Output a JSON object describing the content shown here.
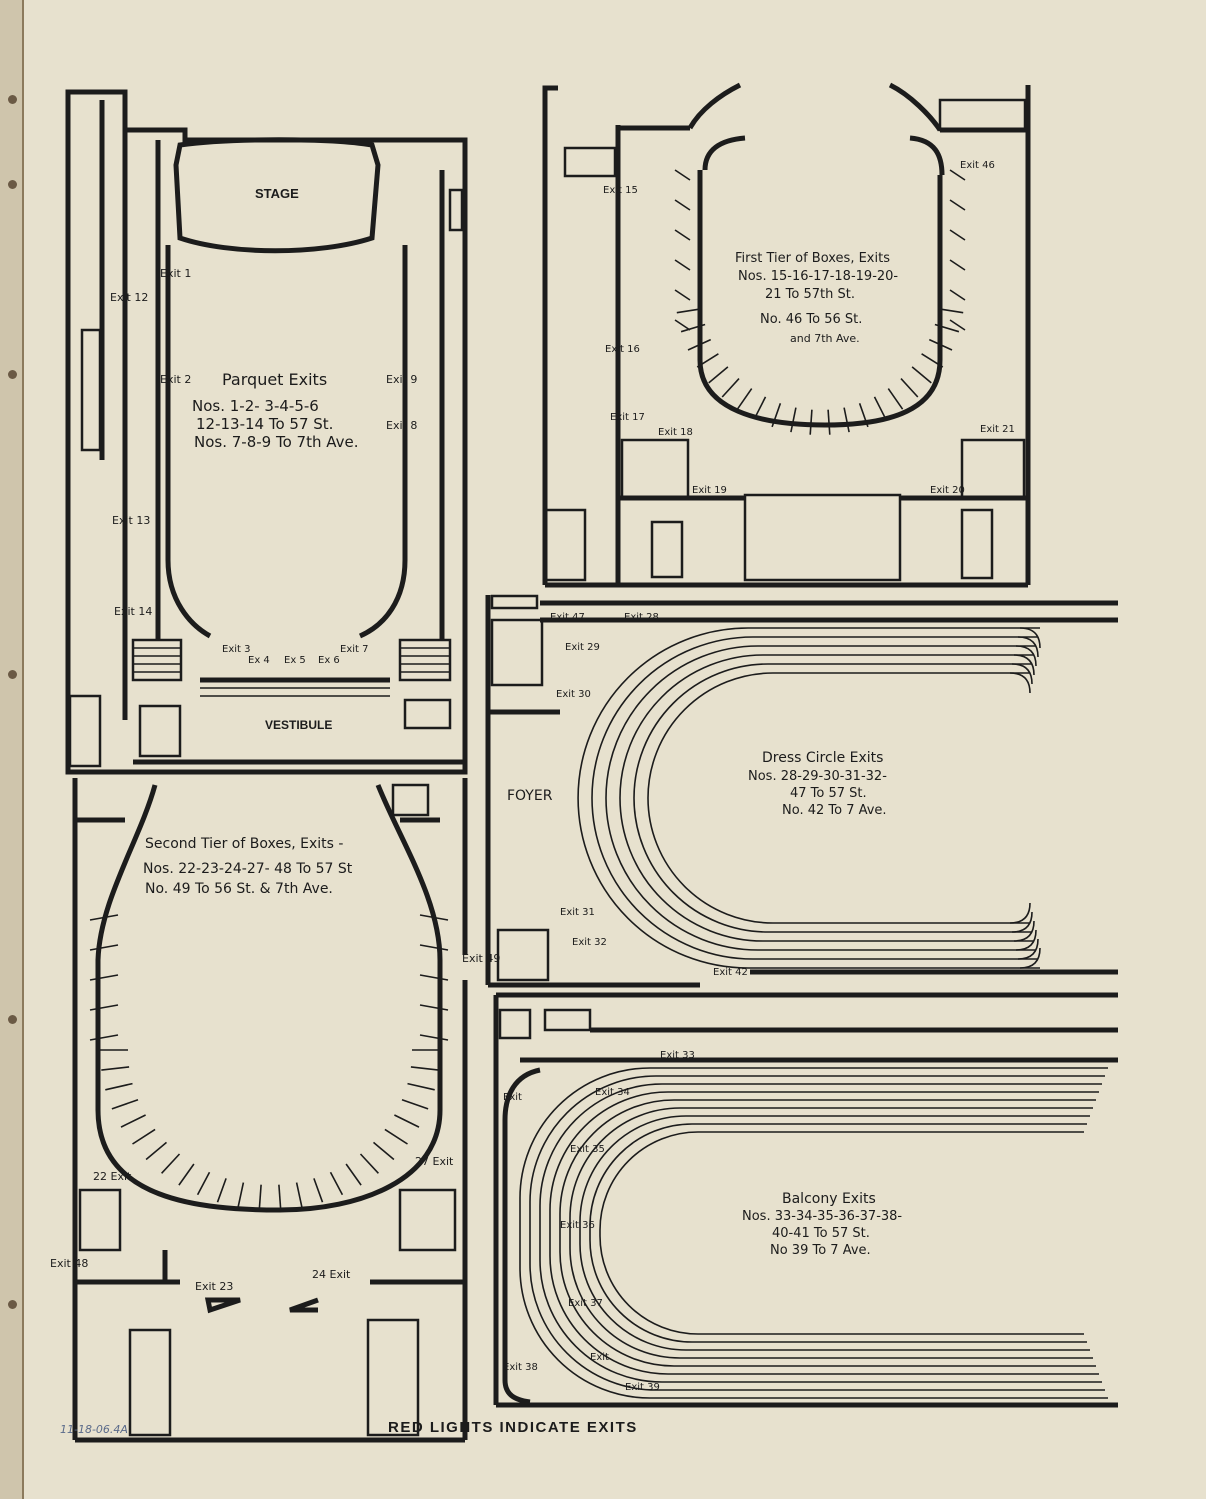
{
  "footer": {
    "caption": "RED LIGHTS INDICATE EXITS",
    "handwritten_note": "11-18-06.4A"
  },
  "parquet": {
    "stage": "STAGE",
    "vestibule": "VESTIBULE",
    "title": "Parquet Exits",
    "line1": "Nos. 1-2- 3-4-5-6",
    "line2": "12-13-14 To 57 St.",
    "line3": "Nos. 7-8-9  To 7th Ave.",
    "exits": [
      "Exit 1",
      "Exit 2",
      "Exit 12",
      "Exit 13",
      "Exit 14",
      "Exit 9",
      "Exit 8",
      "Exit 3",
      "Ex 4",
      "Ex 5",
      "Ex 6",
      "Exit 7"
    ]
  },
  "first_tier": {
    "line1": "First Tier of Boxes, Exits",
    "line2": "Nos. 15-16-17-18-19-20-",
    "line3": "21 To 57th St.",
    "line4": "No. 46 To 56 St.",
    "line5": "and 7th Ave.",
    "exits": [
      "Exit 15",
      "Exit 16",
      "Exit 17",
      "Exit 18",
      "Exit 19",
      "Exit 46",
      "Exit 21",
      "Exit 20"
    ]
  },
  "second_tier": {
    "line1": "Second Tier of Boxes, Exits -",
    "line2": "Nos. 22-23-24-27- 48 To 57 St",
    "line3": "No.  49 To 56 St. & 7th Ave.",
    "exits": [
      "22 Exit",
      "27 Exit",
      "Exit 48",
      "Exit 23",
      "24 Exit",
      "Exit 49"
    ]
  },
  "dress_circle": {
    "foyer": "FOYER",
    "line1": "Dress Circle Exits",
    "line2": "Nos. 28-29-30-31-32-",
    "line3": "47 To 57 St.",
    "line4": "No. 42 To 7 Ave.",
    "exits": [
      "Exit 47",
      "Exit 28",
      "Exit 29",
      "Exit 30",
      "Exit 31",
      "Exit 32",
      "Exit 42"
    ]
  },
  "balcony": {
    "line1": "Balcony Exits",
    "line2": "Nos. 33-34-35-36-37-38-",
    "line3": "40-41 To 57 St.",
    "line4": "No 39 To 7 Ave.",
    "exits": [
      "Exit 33",
      "Exit",
      "Exit 34",
      "Exit 35",
      "Exit 36",
      "Exit 37",
      "Exit 38",
      "Exit",
      "Exit 39"
    ]
  }
}
